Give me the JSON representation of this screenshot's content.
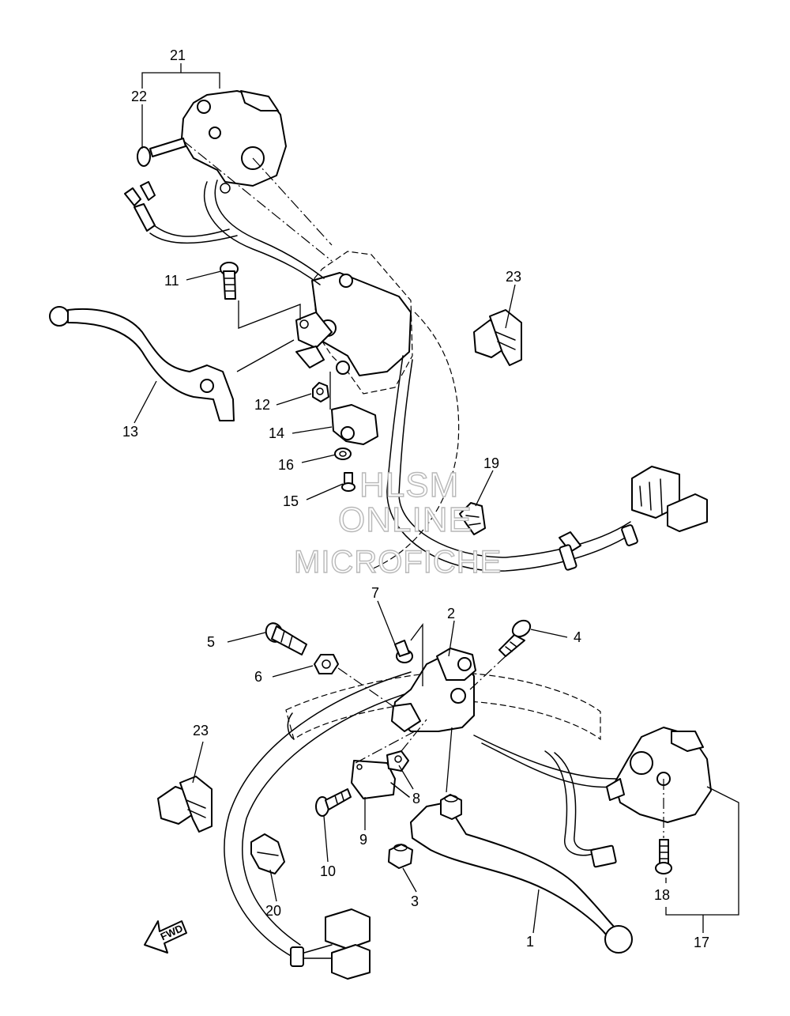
{
  "callouts": {
    "c1": "1",
    "c2": "2",
    "c3": "3",
    "c4": "4",
    "c5": "5",
    "c6": "6",
    "c7": "7",
    "c8": "8",
    "c9": "9",
    "c10": "10",
    "c11": "11",
    "c12": "12",
    "c13": "13",
    "c14": "14",
    "c15": "15",
    "c16": "16",
    "c17": "17",
    "c18": "18",
    "c19": "19",
    "c20": "20",
    "c21": "21",
    "c22": "22",
    "c23a": "23",
    "c23b": "23"
  },
  "watermark": {
    "line1": "HLSM",
    "line2": "ONLINE",
    "line3": "MICROFICHE"
  },
  "fwd_badge": "FWD"
}
